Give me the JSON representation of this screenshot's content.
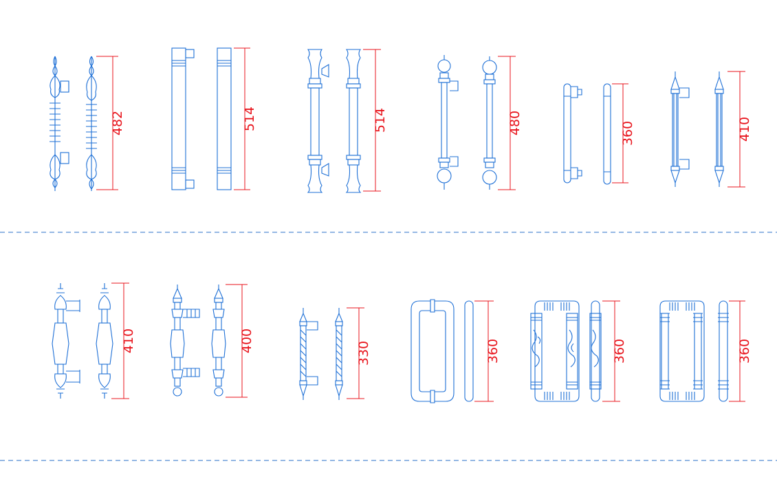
{
  "colors": {
    "outline": "#1d6fd6",
    "dimension": "#e8141c",
    "separator": "#2a6fc9"
  },
  "handles": [
    {
      "id": "h01",
      "row": 1,
      "style": "baluster",
      "dimension": "482"
    },
    {
      "id": "h02",
      "row": 1,
      "style": "plain-tube",
      "dimension": "514"
    },
    {
      "id": "h03",
      "row": 1,
      "style": "turned-bar",
      "dimension": "514"
    },
    {
      "id": "h04",
      "row": 1,
      "style": "ball-finial",
      "dimension": "480"
    },
    {
      "id": "h05",
      "row": 1,
      "style": "simple-bar",
      "dimension": "360"
    },
    {
      "id": "h06",
      "row": 1,
      "style": "fluted-spike",
      "dimension": "410"
    },
    {
      "id": "h07",
      "row": 2,
      "style": "bulb",
      "dimension": "410"
    },
    {
      "id": "h08",
      "row": 2,
      "style": "double-post",
      "dimension": "400"
    },
    {
      "id": "h09",
      "row": 2,
      "style": "twisted",
      "dimension": "330"
    },
    {
      "id": "h10",
      "row": 2,
      "style": "u-pull",
      "dimension": "360"
    },
    {
      "id": "h11",
      "row": 2,
      "style": "carved-frame",
      "dimension": "360"
    },
    {
      "id": "h12",
      "row": 2,
      "style": "ribbed-frame",
      "dimension": "360"
    }
  ]
}
